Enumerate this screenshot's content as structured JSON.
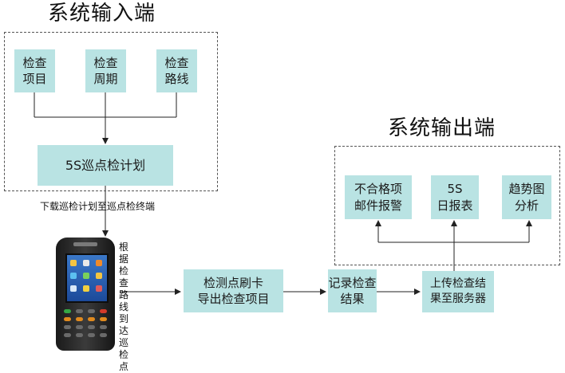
{
  "input_section": {
    "title": "系统输入端",
    "items": [
      {
        "label": "检查\n项目"
      },
      {
        "label": "检查\n周期"
      },
      {
        "label": "检查\n路线"
      }
    ],
    "plan": "5S巡点检计划"
  },
  "download_label": "下载巡检计划至巡点检终端",
  "device_label": "根据检查路线到达巡检点",
  "process": {
    "swipe": "检测点刷卡\n导出检查项目",
    "record": "记录检查\n结果",
    "upload": "上传检查结\n果至服务器"
  },
  "output_section": {
    "title": "系统输出端",
    "items": [
      {
        "label": "不合格项\n邮件报警"
      },
      {
        "label": "5S\n日报表"
      },
      {
        "label": "趋势图\n分析"
      }
    ]
  },
  "colors": {
    "box_fill": "#b9e3e3",
    "border": "#555555",
    "arrow": "#222222"
  },
  "icons": {
    "device": "handheld-terminal-icon"
  }
}
